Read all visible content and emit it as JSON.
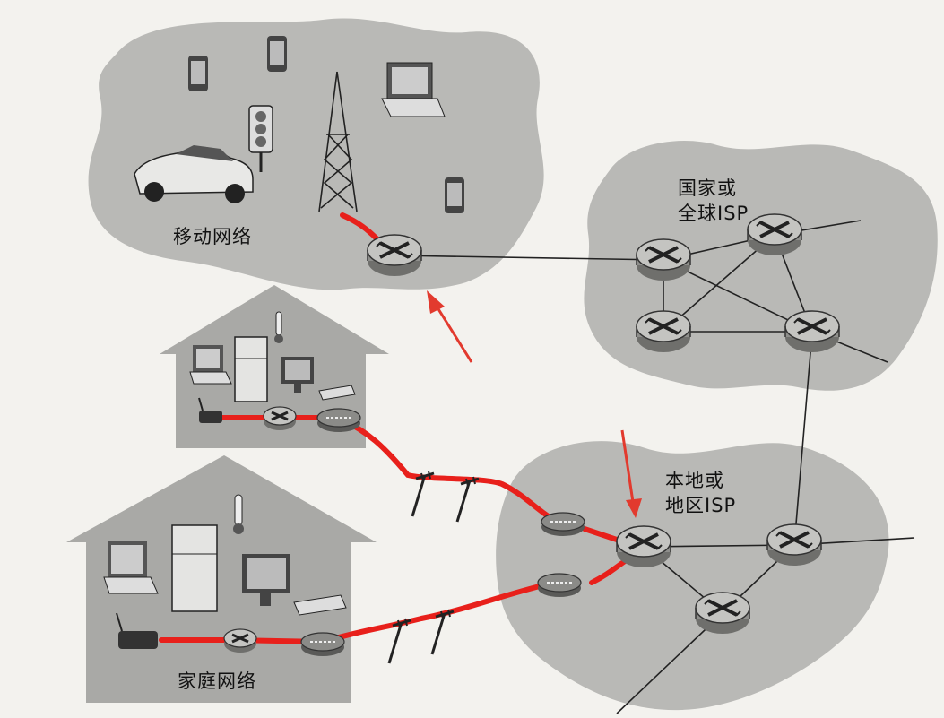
{
  "labels": {
    "mobile_network": "移动网络",
    "national_isp_line1": "国家或",
    "national_isp_line2": "全球ISP",
    "local_isp_line1": "本地或",
    "local_isp_line2": "地区ISP",
    "home_network": "家庭网络"
  },
  "colors": {
    "cloud": "#b9b9b6",
    "house": "#a9a9a6",
    "router": "#9d9d9a",
    "path": "#e8201b",
    "arrow": "#e23a2e",
    "line": "#222222"
  },
  "icons": [
    "router-icon",
    "cell-tower-icon",
    "car-icon",
    "traffic-light-icon",
    "smartphone-icon",
    "laptop-icon",
    "refrigerator-icon",
    "thermometer-icon",
    "monitor-icon",
    "keyboard-icon",
    "wifi-router-icon",
    "modem-icon",
    "utility-pole-icon"
  ]
}
